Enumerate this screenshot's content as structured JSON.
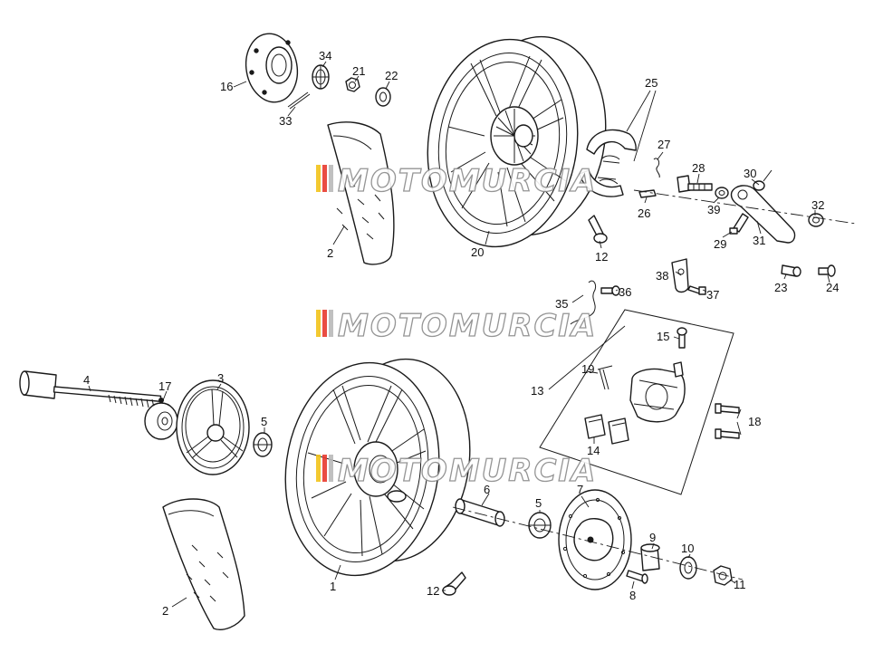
{
  "labels": {
    "l1": "1",
    "l2a": "2",
    "l2b": "2",
    "l3": "3",
    "l4": "4",
    "l5a": "5",
    "l5b": "5",
    "l6": "6",
    "l7": "7",
    "l8": "8",
    "l9": "9",
    "l10": "10",
    "l11": "11",
    "l12a": "12",
    "l12b": "12",
    "l13": "13",
    "l14": "14",
    "l15": "15",
    "l16": "16",
    "l17": "17",
    "l18": "18",
    "l19": "19",
    "l20": "20",
    "l21": "21",
    "l22": "22",
    "l23": "23",
    "l24": "24",
    "l25": "25",
    "l26": "26",
    "l27": "27",
    "l28": "28",
    "l29": "29",
    "l30": "30",
    "l31": "31",
    "l32": "32",
    "l33": "33",
    "l34": "34",
    "l35": "35",
    "l36": "36",
    "l37": "37",
    "l38": "38",
    "l39": "39"
  },
  "watermark": {
    "text": "MOTOMURCIA",
    "colors": [
      "#f2c31a",
      "#e83a2f",
      "#b9b9b9"
    ]
  }
}
